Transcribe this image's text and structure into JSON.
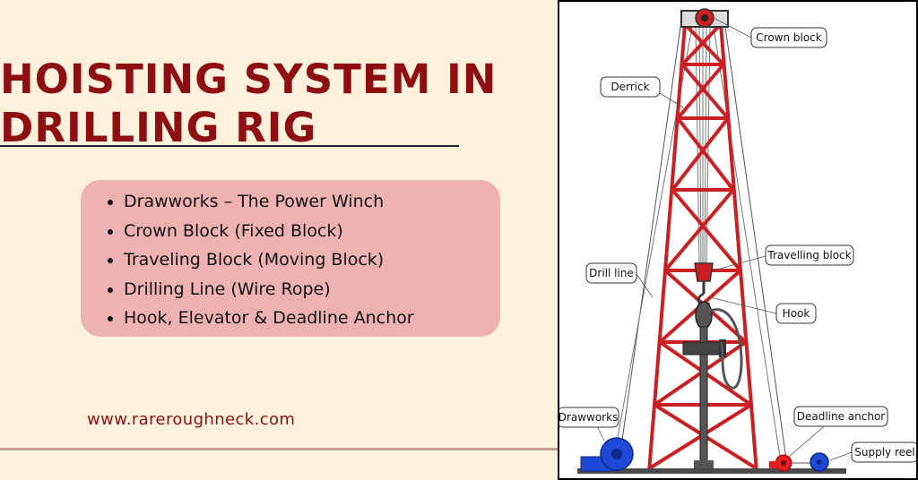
{
  "title": {
    "line1": "HOISTING SYSTEM IN",
    "line2": "DRILLING RIG"
  },
  "components": [
    "Drawworks – The Power Winch",
    "Crown Block (Fixed Block)",
    "Traveling Block (Moving Block)",
    "Drilling Line (Wire Rope)",
    "Hook, Elevator & Deadline Anchor"
  ],
  "website": "www.rareroughneck.com",
  "diagram": {
    "labels": {
      "crown_block": "Crown block",
      "derrick": "Derrick",
      "travelling_block": "Travelling block",
      "drill_line": "Drill line",
      "hook": "Hook",
      "drawworks": "Drawworks",
      "deadline_anchor": "Deadline anchor",
      "supply_reel": "Supply reel"
    },
    "colors": {
      "derrick": "#cc1f24",
      "steel": "#555555",
      "drawworks": "#1f48d6",
      "anchor": "#e02020",
      "reel": "#1f48d6"
    }
  }
}
